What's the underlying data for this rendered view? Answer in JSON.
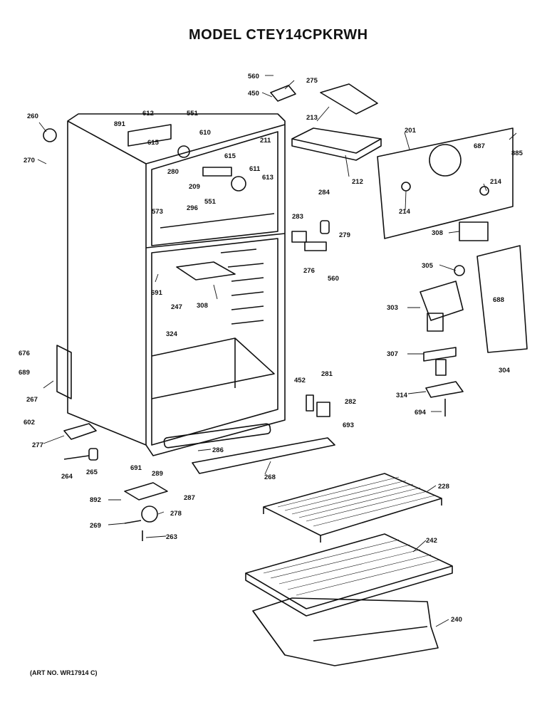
{
  "title": "MODEL CTEY14CPKRWH",
  "art_no": "(ART NO. WR17914 C)",
  "part_labels": [
    "560",
    "275",
    "450",
    "213",
    "260",
    "891",
    "612",
    "551",
    "610",
    "211",
    "201",
    "687",
    "885",
    "270",
    "615",
    "615",
    "280",
    "611",
    "209",
    "613",
    "212",
    "284",
    "214",
    "214",
    "573",
    "296",
    "551",
    "283",
    "279",
    "308",
    "276",
    "560",
    "305",
    "691",
    "247",
    "308",
    "688",
    "324",
    "303",
    "676",
    "307",
    "689",
    "304",
    "267",
    "452",
    "281",
    "282",
    "314",
    "694",
    "602",
    "693",
    "277",
    "286",
    "691",
    "289",
    "264",
    "265",
    "268",
    "228",
    "287",
    "892",
    "278",
    "269",
    "263",
    "242",
    "240"
  ]
}
